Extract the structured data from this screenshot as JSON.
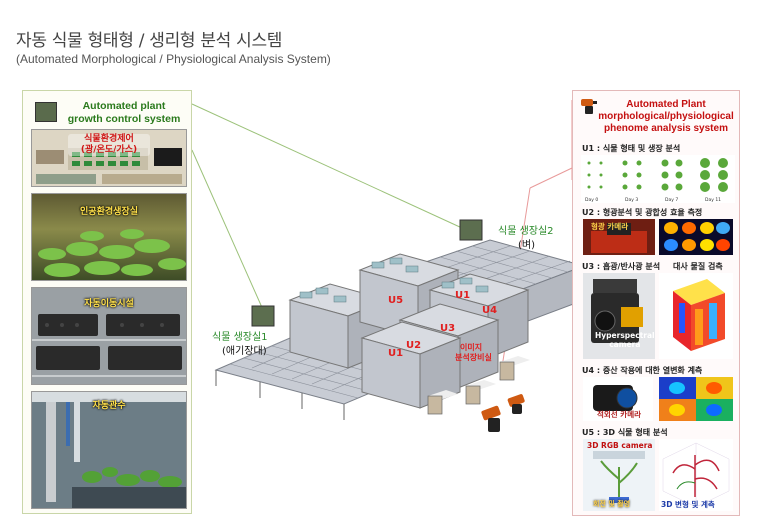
{
  "header": {
    "title_ko": "자동 식물 형태형 / 생리형 분석 시스템",
    "title_en": "(Automated Morphological / Physiological Analysis System)"
  },
  "left_panel": {
    "title_line1": "Automated plant",
    "title_line2": "growth control system",
    "boxes": [
      {
        "label_line1": "식물환경제어",
        "label_line2": "(광/온도/가스)"
      },
      {
        "label": "인공환경생장실"
      },
      {
        "label": "자동이동시설"
      },
      {
        "label": "자동관수"
      }
    ]
  },
  "center": {
    "room1_line1": "식물 생장실1",
    "room1_line2": "(애기장대)",
    "room2_line1": "식물 생장실2",
    "room2_line2": "(벼)",
    "units": [
      "U5",
      "U1",
      "U4",
      "U3",
      "U2",
      "U1"
    ],
    "analysis_label_line1": "이미지",
    "analysis_label_line2": "분석장비실"
  },
  "right_panel": {
    "title_line1": "Automated Plant",
    "title_line2": "morphological/physiological",
    "title_line3": "phenome analysis system",
    "sections": [
      {
        "heading": "U1 : 식물 형태 및 생장 분석",
        "days": [
          "Day 0",
          "Day 3",
          "Day 7",
          "Day 11"
        ]
      },
      {
        "heading": "U2 : 형광분석 및 광합성 효율 측정",
        "image_label": "형광 카메라"
      },
      {
        "heading": "U3 : 흡광/반사광 분석",
        "heading2": "대사 물질 검측",
        "image_label_line1": "Hyperspectral",
        "image_label_line2": "camera"
      },
      {
        "heading": "U4 : 증산 작용에 대한 열변화 계측",
        "image_label": "적외선 카메라"
      },
      {
        "heading": "U5 : 3D 식물 형태 분석",
        "image_label": "3D RGB camera",
        "image_label2": "3D 변형 및 계측",
        "image_label3": "회전 및 촬영"
      }
    ]
  },
  "colors": {
    "green_title": "#2a7a1c",
    "red_title": "#c41010",
    "unit_label": "#e02020",
    "connector_green": "#9cc27a",
    "connector_red": "#e89a9a"
  }
}
